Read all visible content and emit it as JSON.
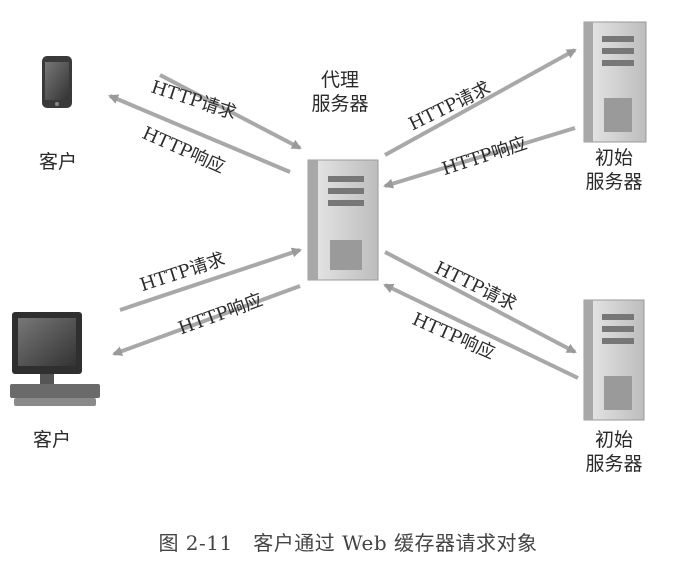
{
  "proxy": {
    "label_line1": "代理",
    "label_line2": "服务器"
  },
  "client_phone": {
    "label": "客户"
  },
  "client_pc": {
    "label": "客户"
  },
  "origin_top": {
    "label_line1": "初始",
    "label_line2": "服务器"
  },
  "origin_bottom": {
    "label_line1": "初始",
    "label_line2": "服务器"
  },
  "arrows": {
    "phone_request": "HTTP请求",
    "phone_response": "HTTP响应",
    "pc_request": "HTTP请求",
    "pc_response": "HTTP响应",
    "top_request": "HTTP请求",
    "top_response": "HTTP响应",
    "bottom_request": "HTTP请求",
    "bottom_response": "HTTP响应"
  },
  "caption": "图 2-11　客户通过 Web 缓存器请求对象",
  "colors": {
    "arrow": "#a8a8a8",
    "tower": "#d9d9d9",
    "screen": "#555555"
  }
}
